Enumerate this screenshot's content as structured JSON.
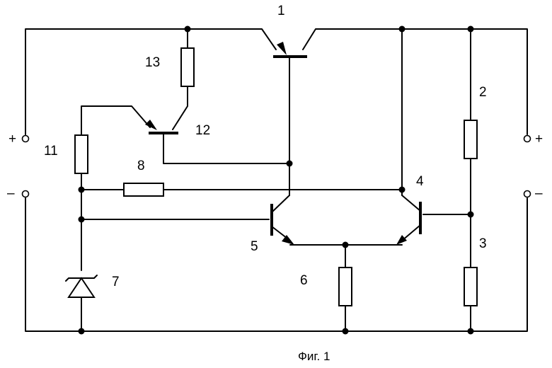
{
  "caption": "Фиг. 1",
  "labels": {
    "transistor_1": "1",
    "resistor_2": "2",
    "resistor_3": "3",
    "transistor_4": "4",
    "transistor_5": "5",
    "resistor_6": "6",
    "zener_7": "7",
    "resistor_8": "8",
    "resistor_11": "11",
    "transistor_12": "12",
    "resistor_13": "13"
  },
  "terminals": {
    "input_plus": "+",
    "input_minus": "–",
    "output_plus": "+",
    "output_minus": "–"
  }
}
